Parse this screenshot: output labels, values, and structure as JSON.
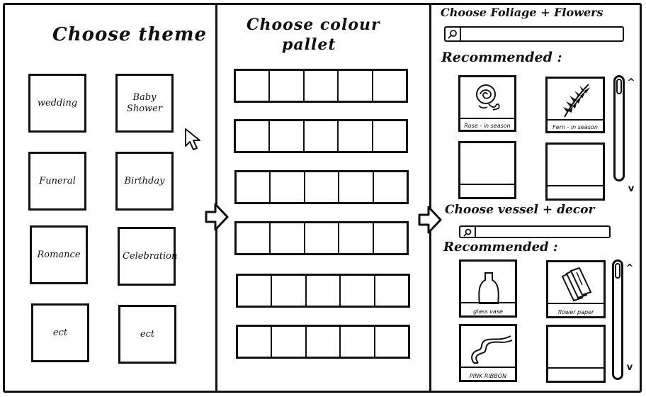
{
  "theme_panel": {
    "title": "Choose theme",
    "themes": [
      {
        "label": "wedding"
      },
      {
        "label": "Baby Shower"
      },
      {
        "label": "Funeral"
      },
      {
        "label": "Birthday"
      },
      {
        "label": "Romance"
      },
      {
        "label": "Celebration"
      },
      {
        "label": "ect"
      },
      {
        "label": "ect"
      }
    ]
  },
  "palette_panel": {
    "title_line1": "Choose colour",
    "title_line2": "pallet"
  },
  "foliage_panel": {
    "title": "Choose Foliage + Flowers",
    "search_placeholder": "",
    "recommended_label": "Recommended :",
    "items": [
      {
        "caption": "Rose - in season",
        "icon": "rose-icon"
      },
      {
        "caption": "Fern - in season",
        "icon": "fern-icon"
      },
      {
        "caption": "",
        "icon": ""
      },
      {
        "caption": "",
        "icon": ""
      }
    ]
  },
  "vessel_panel": {
    "title": "Choose vessel + decor",
    "search_placeholder": "",
    "recommended_label": "Recommended :",
    "items": [
      {
        "caption": "glass vase",
        "icon": "vase-icon"
      },
      {
        "caption": "flower paper",
        "icon": "paper-icon"
      },
      {
        "caption": "PINK RIBBON",
        "icon": "ribbon-icon"
      },
      {
        "caption": "",
        "icon": ""
      }
    ]
  },
  "scroll": {
    "up_glyph": "^",
    "down_glyph": "v"
  }
}
